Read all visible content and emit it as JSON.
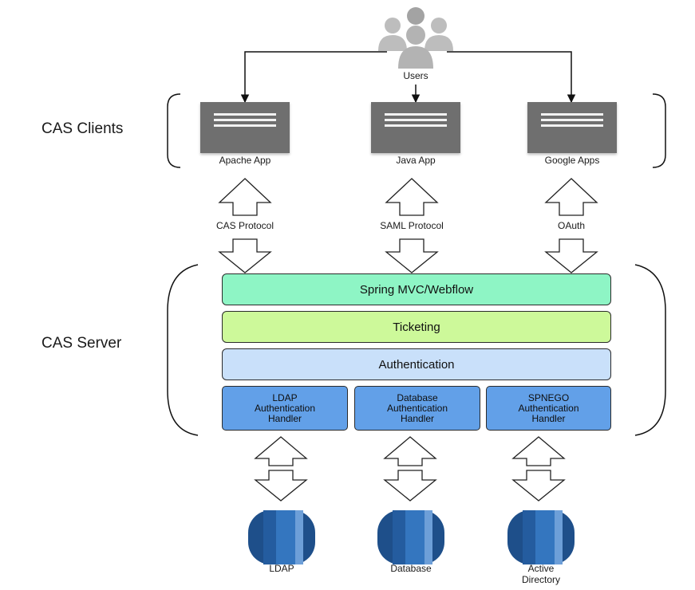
{
  "users": {
    "label": "Users",
    "icon": "users-group-icon"
  },
  "sections": {
    "clients": "CAS Clients",
    "server": "CAS Server"
  },
  "clients": [
    {
      "label": "Apache App",
      "icon": "app-window-icon"
    },
    {
      "label": "Java App",
      "icon": "app-window-icon"
    },
    {
      "label": "Google Apps",
      "icon": "app-window-icon"
    }
  ],
  "protocols": [
    "CAS Protocol",
    "SAML Protocol",
    "OAuth"
  ],
  "layers": {
    "spring": "Spring MVC/Webflow",
    "ticketing": "Ticketing",
    "authentication": "Authentication"
  },
  "handlers": [
    {
      "line1": "LDAP",
      "line2": "Authentication",
      "line3": "Handler"
    },
    {
      "line1": "Database",
      "line2": "Authentication",
      "line3": "Handler"
    },
    {
      "line1": "SPNEGO",
      "line2": "Authentication",
      "line3": "Handler"
    }
  ],
  "stores": [
    {
      "line1": "LDAP",
      "line2": ""
    },
    {
      "line1": "Database",
      "line2": ""
    },
    {
      "line1": "Active",
      "line2": "Directory"
    }
  ],
  "colors": {
    "app_box": "#6f6f6f",
    "spring_layer": "#8ef5c5",
    "ticketing_layer": "#cdf99a",
    "authentication_layer": "#c9e0fa",
    "handler": "#62a0e8",
    "database_dark": "#1e4f8a",
    "database_mid": "#3476bf",
    "database_light": "#6d9fd8"
  }
}
